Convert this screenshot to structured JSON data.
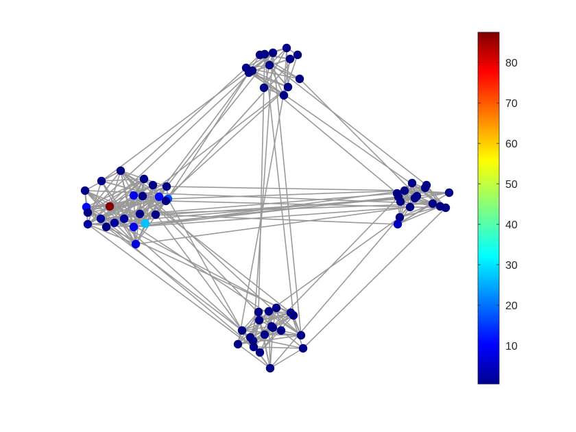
{
  "colorbar": {
    "min": 0.5,
    "max": 87.5,
    "ticks": [
      {
        "value": 10,
        "label": "10"
      },
      {
        "value": 20,
        "label": "20"
      },
      {
        "value": 30,
        "label": "30"
      },
      {
        "value": 40,
        "label": "40"
      },
      {
        "value": 50,
        "label": "50"
      },
      {
        "value": 60,
        "label": "60"
      },
      {
        "value": 70,
        "label": "70"
      },
      {
        "value": 80,
        "label": "80"
      }
    ],
    "colormap": "jet"
  },
  "edge_color": "#999999",
  "clusters": [
    {
      "id": "top",
      "x": [
        386,
        398,
        418,
        434,
        359,
        363,
        393,
        423,
        437,
        385,
        420,
        414,
        379,
        368
      ]
    },
    {
      "id": "left",
      "x": [
        124,
        148,
        176,
        210,
        223,
        243,
        126,
        160,
        195,
        208,
        232,
        245,
        128,
        155,
        181,
        204,
        227,
        242,
        128,
        147,
        167,
        195,
        212,
        198
      ]
    },
    {
      "id": "right",
      "x": [
        590,
        601,
        622,
        655,
        579,
        584,
        605,
        631,
        642,
        650,
        583,
        598,
        580,
        581,
        608,
        620
      ]
    },
    {
      "id": "bottom",
      "x": [
        378,
        392,
        403,
        424,
        353,
        369,
        386,
        398,
        410,
        439,
        347,
        370,
        379,
        394,
        442,
        396,
        428,
        377,
        365
      ]
    }
  ]
}
